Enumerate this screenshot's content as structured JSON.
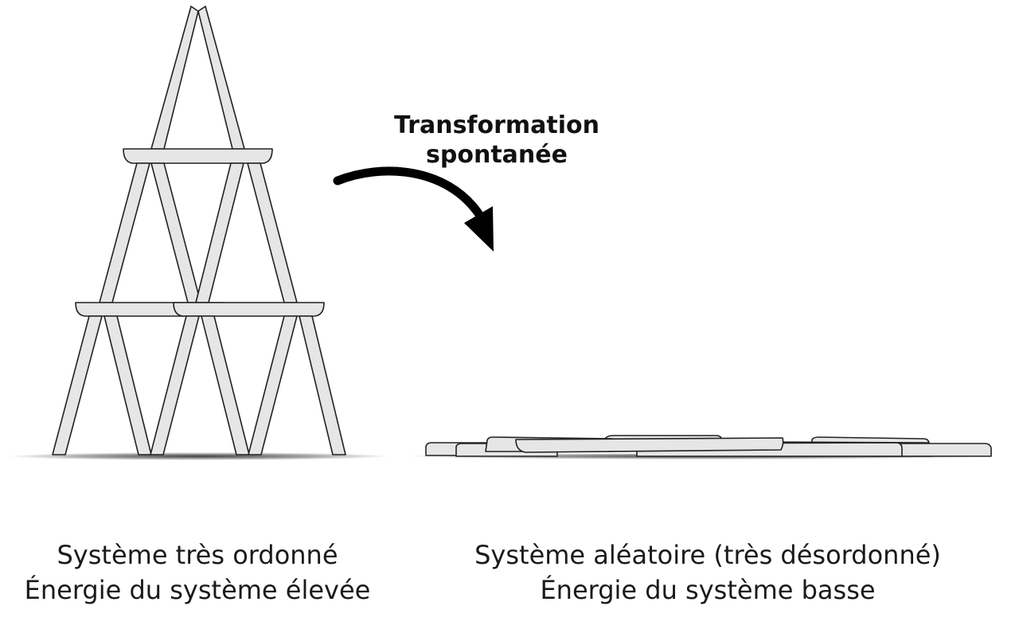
{
  "arrow": {
    "line1": "Transformation",
    "line2": "spontanée"
  },
  "left": {
    "caption_line1": "Système très ordonné",
    "caption_line2": "Énergie du système élevée"
  },
  "right": {
    "caption_line1": "Système aléatoire (très désordonné)",
    "caption_line2": "Énergie du système basse"
  },
  "colors": {
    "card_fill": "#e6e6e6",
    "card_outline": "#222222",
    "arrow": "#000000",
    "text": "#1a1a1a"
  }
}
